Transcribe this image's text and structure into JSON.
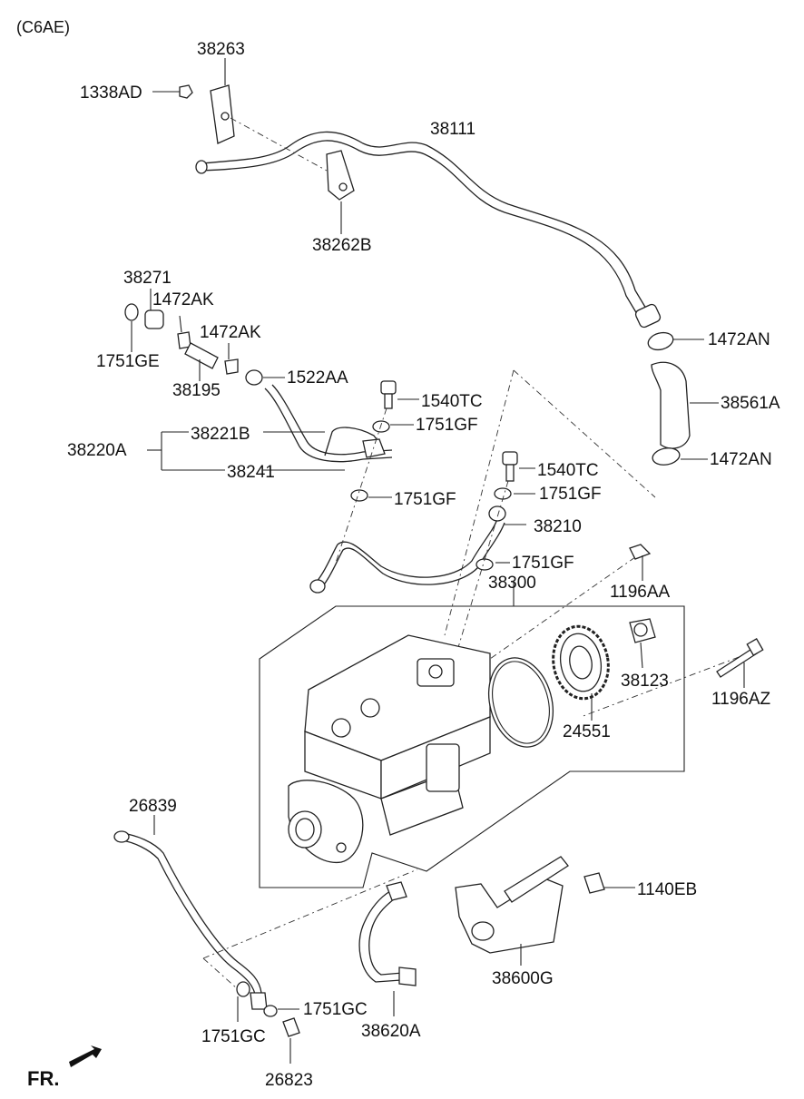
{
  "header": {
    "engine_code": "(C6AE)"
  },
  "footer": {
    "direction_label": "FR."
  },
  "parts": {
    "p38263": "38263",
    "p1338AD": "1338AD",
    "p38111": "38111",
    "p38262B": "38262B",
    "p38271": "38271",
    "p1472AK_a": "1472AK",
    "p1472AK_b": "1472AK",
    "p1751GE": "1751GE",
    "p38195": "38195",
    "p1522AA": "1522AA",
    "p1472AN_a": "1472AN",
    "p38561A": "38561A",
    "p1472AN_b": "1472AN",
    "p1540TC_a": "1540TC",
    "p1751GF_a": "1751GF",
    "p38221B": "38221B",
    "p38220A": "38220A",
    "p38241": "38241",
    "p1540TC_b": "1540TC",
    "p1751GF_b": "1751GF",
    "p1751GF_c": "1751GF",
    "p38210": "38210",
    "p1751GF_d": "1751GF",
    "p38300": "38300",
    "p1196AA": "1196AA",
    "p38123": "38123",
    "p1196AZ": "1196AZ",
    "p24551": "24551",
    "p26839": "26839",
    "p1140EB": "1140EB",
    "p38600G": "38600G",
    "p1751GC_a": "1751GC",
    "p1751GC_b": "1751GC",
    "p38620A": "38620A",
    "p26823": "26823"
  }
}
